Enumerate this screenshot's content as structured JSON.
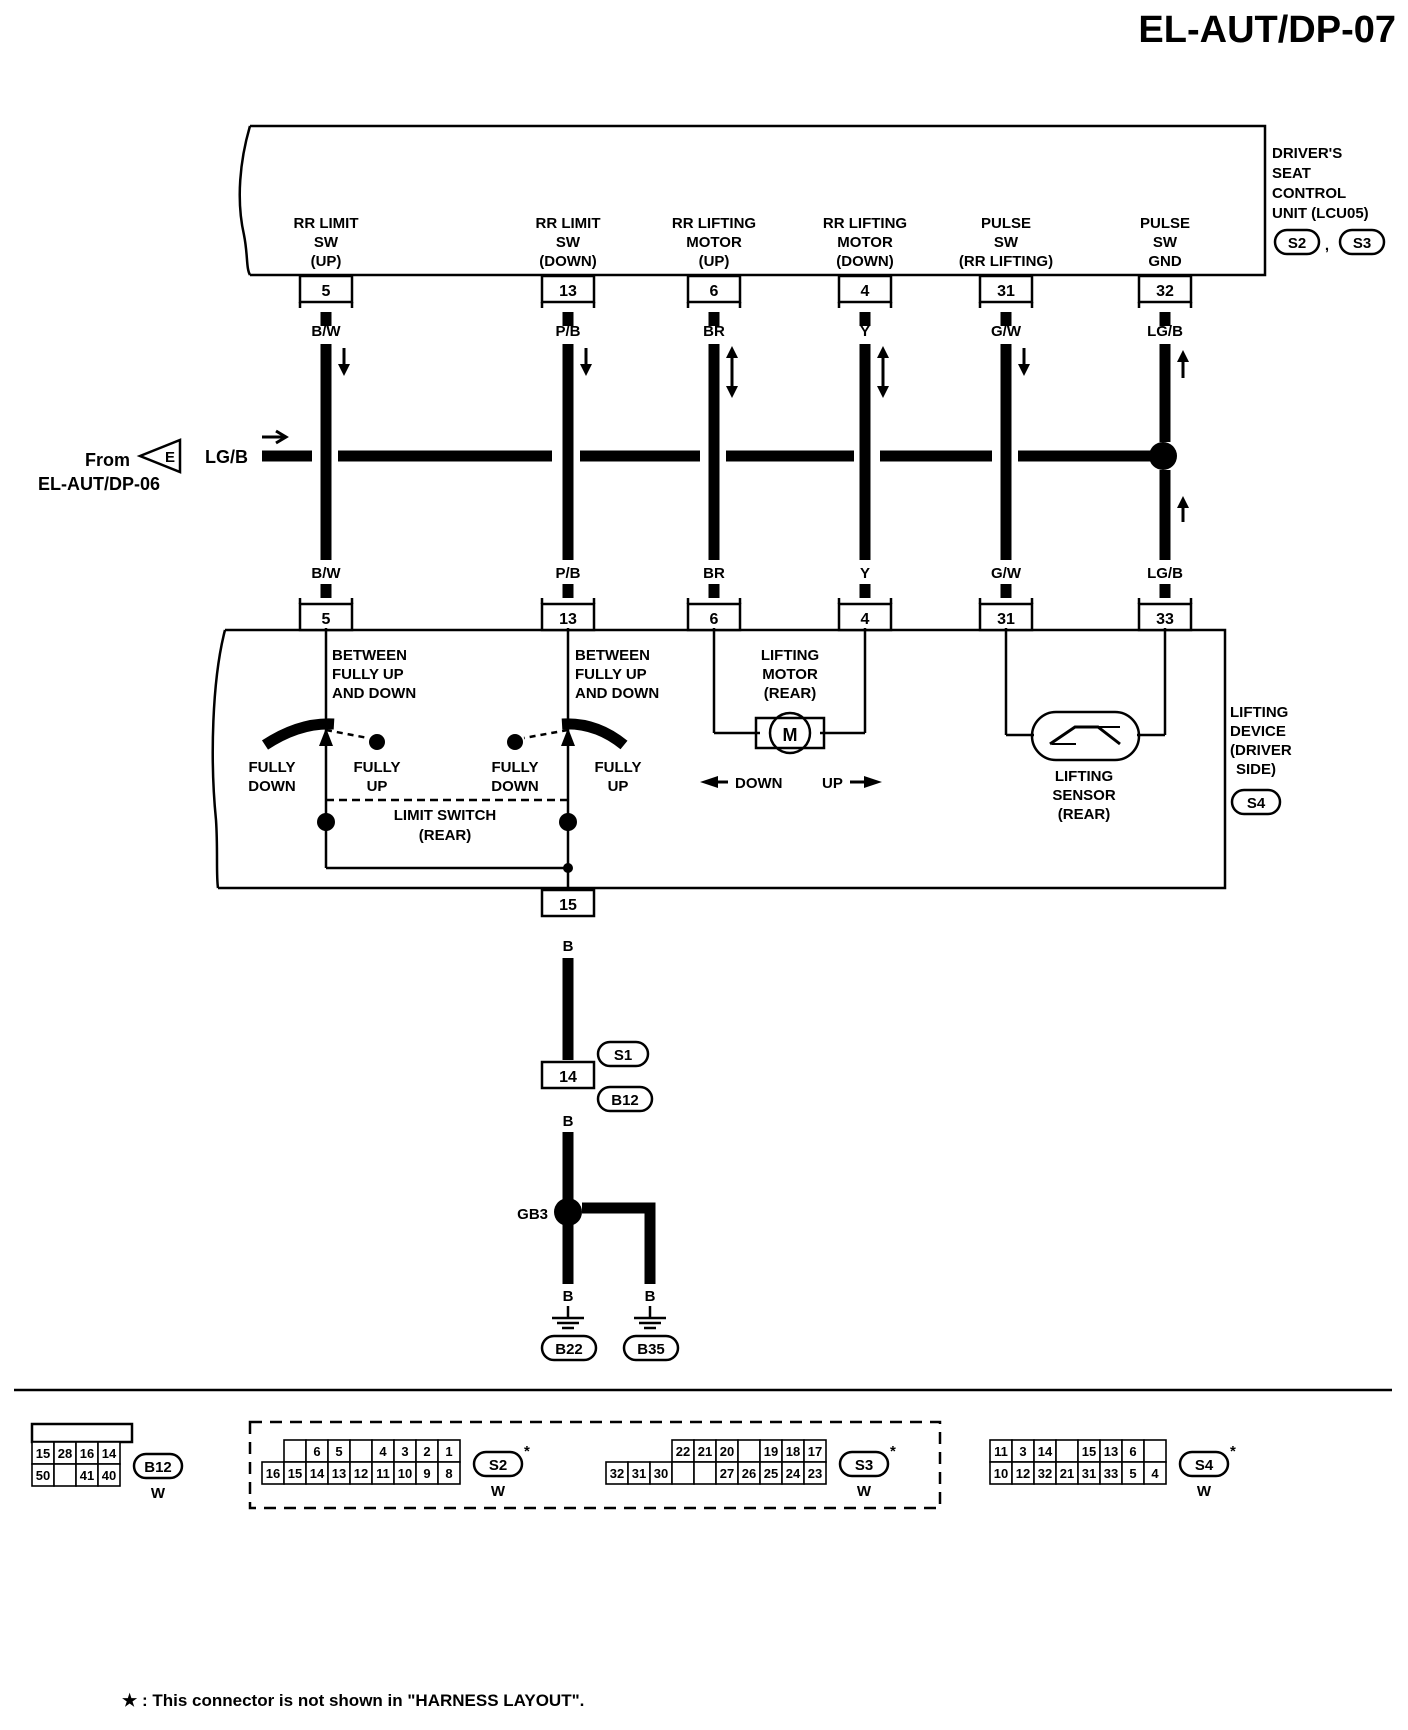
{
  "page_id": "EL-AUT/DP-07",
  "control_unit": {
    "name_lines": [
      "DRIVER'S",
      "SEAT",
      "CONTROL",
      "UNIT (LCU05)"
    ],
    "connectors": [
      "S2",
      "S3"
    ],
    "terminals": [
      {
        "pin": "5",
        "label": [
          "RR LIMIT",
          "SW",
          "(UP)"
        ],
        "color": "B/W"
      },
      {
        "pin": "13",
        "label": [
          "RR LIMIT",
          "SW",
          "(DOWN)"
        ],
        "color": "P/B"
      },
      {
        "pin": "6",
        "label": [
          "RR LIFTING",
          "MOTOR",
          "(UP)"
        ],
        "color": "BR"
      },
      {
        "pin": "4",
        "label": [
          "RR LIFTING",
          "MOTOR",
          "(DOWN)"
        ],
        "color": "Y"
      },
      {
        "pin": "31",
        "label": [
          "PULSE",
          "SW",
          "(RR LIFTING)"
        ],
        "color": "G/W"
      },
      {
        "pin": "32",
        "label": [
          "PULSE",
          "SW",
          "GND"
        ],
        "color": "LG/B"
      }
    ]
  },
  "from_ref": {
    "text": "From",
    "page": "EL-AUT/DP-06",
    "marker": "E",
    "color": "LG/B"
  },
  "lifting_device": {
    "name_lines": [
      "LIFTING",
      "DEVICE",
      "(DRIVER",
      "SIDE)"
    ],
    "connector": "S4",
    "terminals": [
      {
        "pin": "5",
        "color": "B/W"
      },
      {
        "pin": "13",
        "color": "P/B"
      },
      {
        "pin": "6",
        "color": "BR"
      },
      {
        "pin": "4",
        "color": "Y"
      },
      {
        "pin": "31",
        "color": "G/W"
      },
      {
        "pin": "33",
        "color": "LG/B"
      }
    ],
    "between_text": [
      "BETWEEN",
      "FULLY UP",
      "AND DOWN"
    ],
    "fully_down": [
      "FULLY",
      "DOWN"
    ],
    "fully_up": [
      "FULLY",
      "UP"
    ],
    "limit_switch": [
      "LIMIT SWITCH",
      "(REAR)"
    ],
    "motor_label": [
      "LIFTING",
      "MOTOR",
      "(REAR)"
    ],
    "motor_symbol": "M",
    "down_text": "DOWN",
    "up_text": "UP",
    "sensor_label": [
      "LIFTING",
      "SENSOR",
      "(REAR)"
    ],
    "ground_pin": "15"
  },
  "ground_path": {
    "color_b": "B",
    "joint_pin": "14",
    "joint_connectors": [
      "S1",
      "B12"
    ],
    "ground_point": "GB3",
    "grounds": [
      "B22",
      "B35"
    ]
  },
  "connector_views": [
    {
      "id": "B12",
      "color": "W",
      "asterisk": false,
      "rows": [
        [
          "15",
          "28",
          "16",
          "14"
        ],
        [
          "50",
          "",
          "41",
          "40"
        ]
      ]
    },
    {
      "id": "S2",
      "color": "W",
      "asterisk": true,
      "rows": [
        [
          "",
          "6",
          "5",
          "",
          "4",
          "3",
          "2",
          "1"
        ],
        [
          "16",
          "15",
          "14",
          "13",
          "12",
          "11",
          "10",
          "9",
          "8"
        ]
      ]
    },
    {
      "id": "S3",
      "color": "W",
      "asterisk": true,
      "rows": [
        [
          "22",
          "21",
          "20",
          "",
          "19",
          "18",
          "17"
        ],
        [
          "32",
          "31",
          "30",
          "",
          "",
          "27",
          "26",
          "25",
          "24",
          "23"
        ]
      ]
    },
    {
      "id": "S4",
      "color": "W",
      "asterisk": true,
      "rows": [
        [
          "11",
          "3",
          "14",
          "",
          "15",
          "13",
          "6",
          ""
        ],
        [
          "10",
          "12",
          "32",
          "21",
          "31",
          "33",
          "5",
          "4"
        ]
      ]
    }
  ],
  "footnote": "★ : This connector is not shown in \"HARNESS LAYOUT\"."
}
